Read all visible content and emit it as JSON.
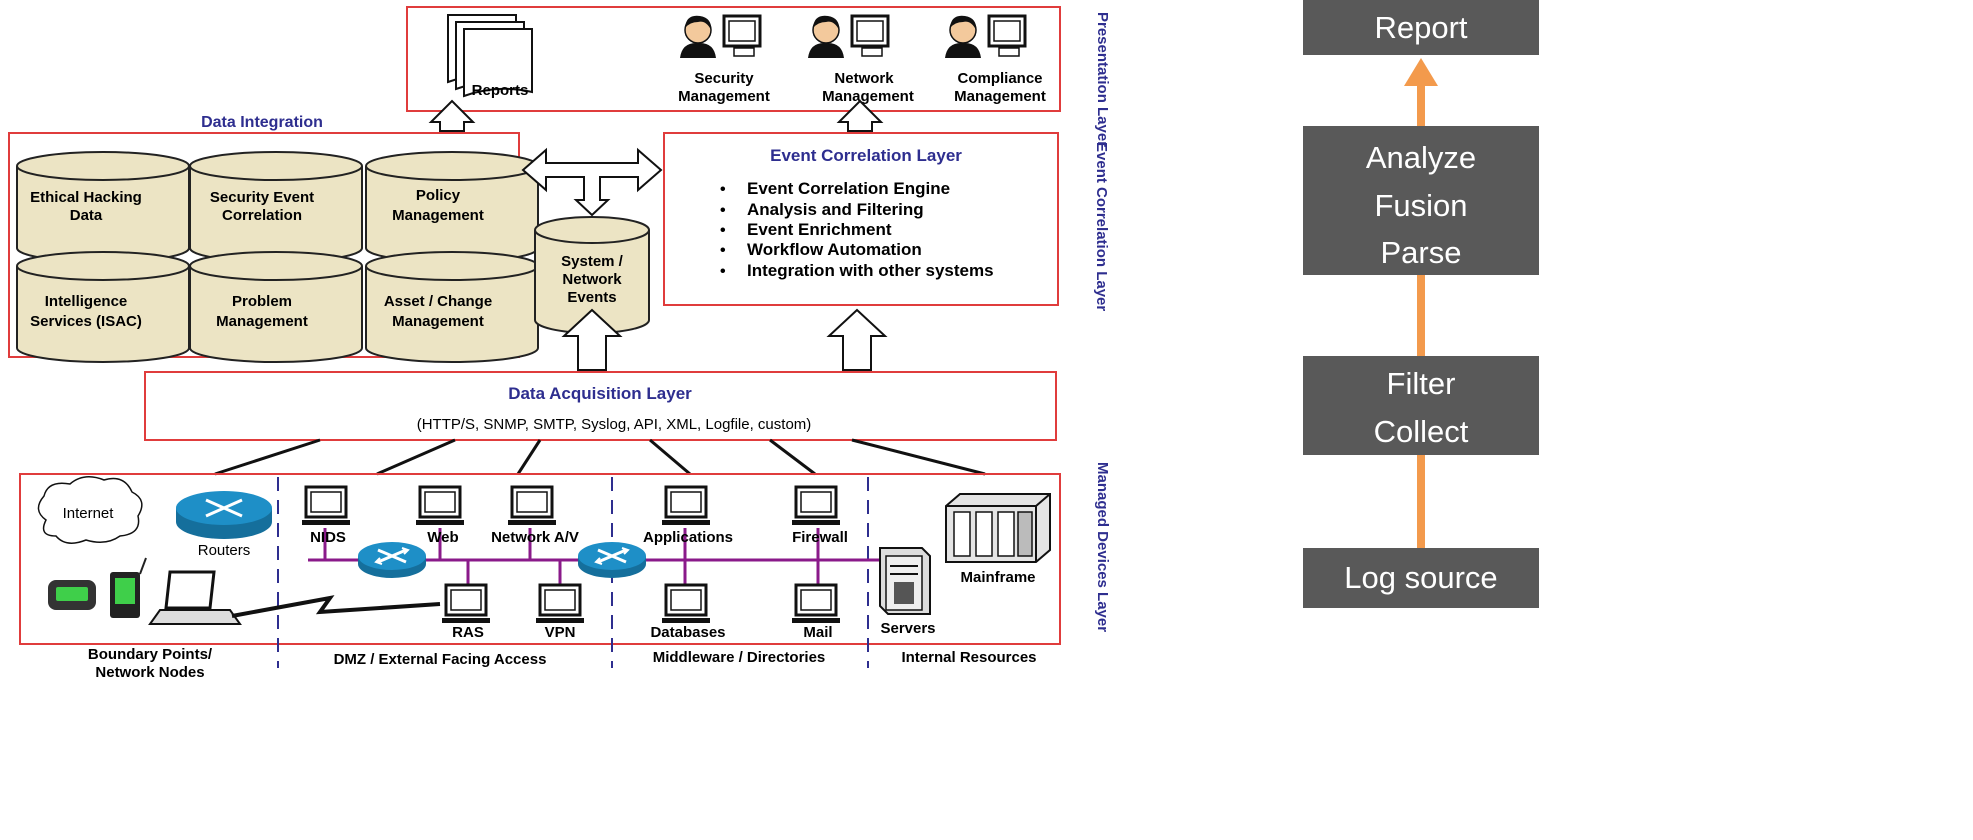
{
  "diagram": {
    "presentation_layer": {
      "side_label": "Presentation Layer",
      "reports_label": "Reports",
      "consoles": [
        {
          "line1": "Security",
          "line2": "Management"
        },
        {
          "line1": "Network",
          "line2": "Management"
        },
        {
          "line1": "Compliance",
          "line2": "Management"
        }
      ]
    },
    "data_integration": {
      "title": "Data Integration",
      "databases": [
        {
          "line1": "Ethical Hacking",
          "line2": "Data"
        },
        {
          "line1": "Security Event",
          "line2": "Correlation"
        },
        {
          "line1": "Policy",
          "line2": "Management"
        },
        {
          "line1": "Intelligence",
          "line2": "Services (ISAC)"
        },
        {
          "line1": "Problem",
          "line2": "Management"
        },
        {
          "line1": "Asset / Change",
          "line2": "Management"
        }
      ]
    },
    "system_events": {
      "line1": "System /",
      "line2": "Network",
      "line3": "Events"
    },
    "event_correlation": {
      "title": "Event Correlation Layer",
      "side_label": "Event Correlation Layer",
      "items": [
        "Event Correlation Engine",
        "Analysis and Filtering",
        "Event Enrichment",
        "Workflow Automation",
        "Integration with other systems"
      ],
      "bullet": "•"
    },
    "data_acquisition": {
      "title": "Data Acquisition Layer",
      "protocols": "(HTTP/S, SNMP, SMTP, Syslog, API, XML, Logfile, custom)"
    },
    "managed_devices": {
      "side_label": "Managed Devices Layer",
      "internet": "Internet",
      "routers": "Routers",
      "nids": "NIDS",
      "web": "Web",
      "network_av": "Network A/V",
      "applications": "Applications",
      "firewall": "Firewall",
      "mainframe": "Mainframe",
      "servers": "Servers",
      "ras": "RAS",
      "vpn": "VPN",
      "databases": "Databases",
      "mail": "Mail",
      "zones": {
        "boundary_line1": "Boundary Points/",
        "boundary_line2": "Network Nodes",
        "dmz": "DMZ / External Facing  Access",
        "middleware": "Middleware / Directories",
        "internal": "Internal Resources"
      }
    },
    "colors": {
      "frame_red": "#e03c3c",
      "title_blue": "#2e2e8f",
      "cylinder_fill": "#ece4c4",
      "router_blue": "#1e8fc7",
      "network_purple": "#8a1a8a",
      "flow_orange": "#f39a4c",
      "flow_box_gray": "#595959"
    }
  },
  "flow": {
    "report": "Report",
    "analyze": "Analyze",
    "fusion": "Fusion",
    "parse": "Parse",
    "filter": "Filter",
    "collect": "Collect",
    "log_source": "Log source"
  }
}
